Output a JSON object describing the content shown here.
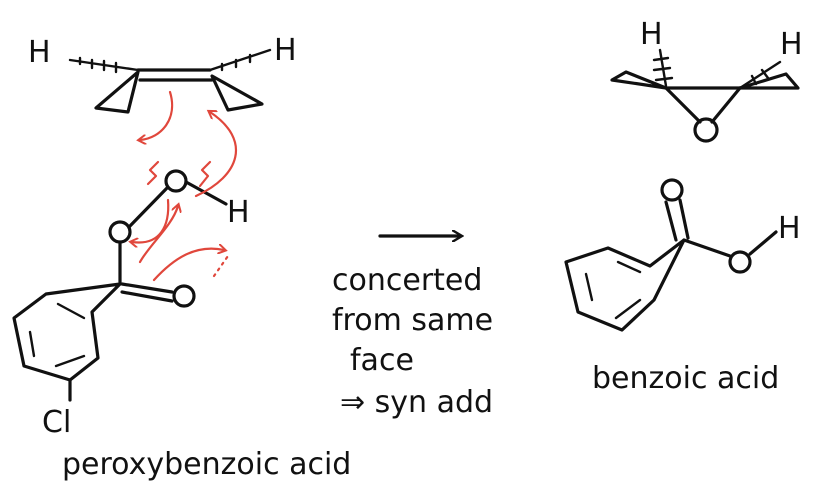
{
  "atoms": {
    "h_left_alkene": "H",
    "h_right_alkene": "H",
    "h_peracid": "H",
    "cl": "Cl",
    "h_epoxide_left": "H",
    "h_epoxide_right": "H",
    "h_benzoic": "H"
  },
  "labels": {
    "peracid_name": "peroxybenzoic acid",
    "product_name": "benzoic acid",
    "note_line1": "concerted",
    "note_line2": "from same",
    "note_line3": "face",
    "note_line4": "⇒ syn add"
  },
  "colors": {
    "ink": "#111111",
    "arrow": "#e0473c"
  }
}
